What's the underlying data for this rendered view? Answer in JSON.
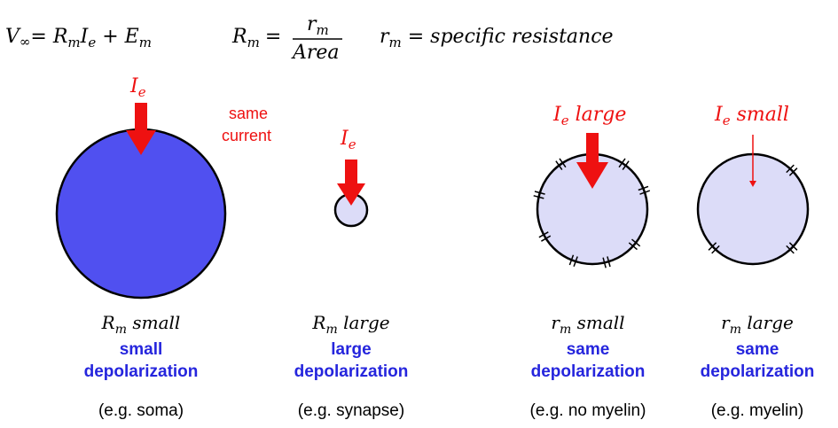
{
  "equations": {
    "v_inf": {
      "lhs_main": "V",
      "lhs_sub": "∞",
      "rhs": [
        "= R",
        "m",
        "I",
        "e",
        " + E",
        "m"
      ]
    },
    "r_m": {
      "lhs_main": "R",
      "lhs_sub": "m",
      "equals": "=",
      "num_main": "r",
      "num_sub": "m",
      "den": "Area"
    },
    "specific": {
      "main": "r",
      "sub": "m",
      "rest": " = specific resistance"
    }
  },
  "current_labels": {
    "ie_main": "I",
    "ie_sub": "e",
    "large": " large",
    "small": " small"
  },
  "same_current_note": [
    "same",
    "current"
  ],
  "panels": [
    {
      "label_main": "R",
      "label_sub": "m",
      "label_rest": " small",
      "effect": [
        "small",
        "depolarization"
      ],
      "example": "(e.g. soma)"
    },
    {
      "label_main": "R",
      "label_sub": "m",
      "label_rest": " large",
      "effect": [
        "large",
        "depolarization"
      ],
      "example": "(e.g. synapse)"
    },
    {
      "label_main": "r",
      "label_sub": "m",
      "label_rest": " small",
      "effect": [
        "same",
        "depolarization"
      ],
      "example": "(e.g. no myelin)"
    },
    {
      "label_main": "r",
      "label_sub": "m",
      "label_rest": " large",
      "effect": [
        "same",
        "depolarization"
      ],
      "example": "(e.g. myelin)"
    }
  ],
  "colors": {
    "current_red": "#ee1111",
    "soma_fill": "#5050f0",
    "light_fill": "#dcdcf8",
    "label_blue": "#2525dd"
  }
}
